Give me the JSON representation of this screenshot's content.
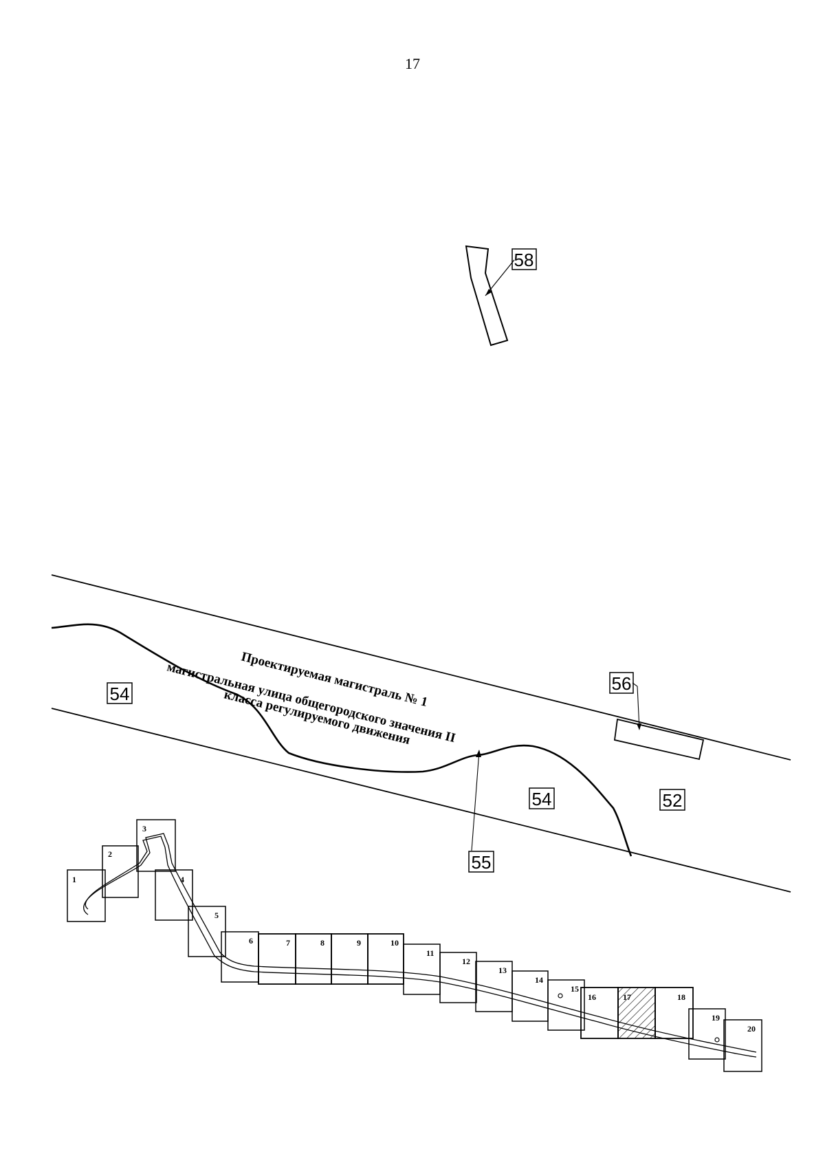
{
  "page": {
    "number": "17"
  },
  "zones": {
    "z58": "58",
    "z56": "56",
    "z54_left": "54",
    "z54_right": "54",
    "z52": "52",
    "z55": "55"
  },
  "road": {
    "line1": "Проектируемая магистраль № 1",
    "line2": "магистральная улица общегородского значения II",
    "line3": "класса регулируемого движения"
  },
  "sheets": [
    "1",
    "2",
    "3",
    "4",
    "5",
    "6",
    "7",
    "8",
    "9",
    "10",
    "11",
    "12",
    "13",
    "14",
    "15",
    "16",
    "17",
    "18",
    "19",
    "20"
  ],
  "highlighted_sheet": "17"
}
